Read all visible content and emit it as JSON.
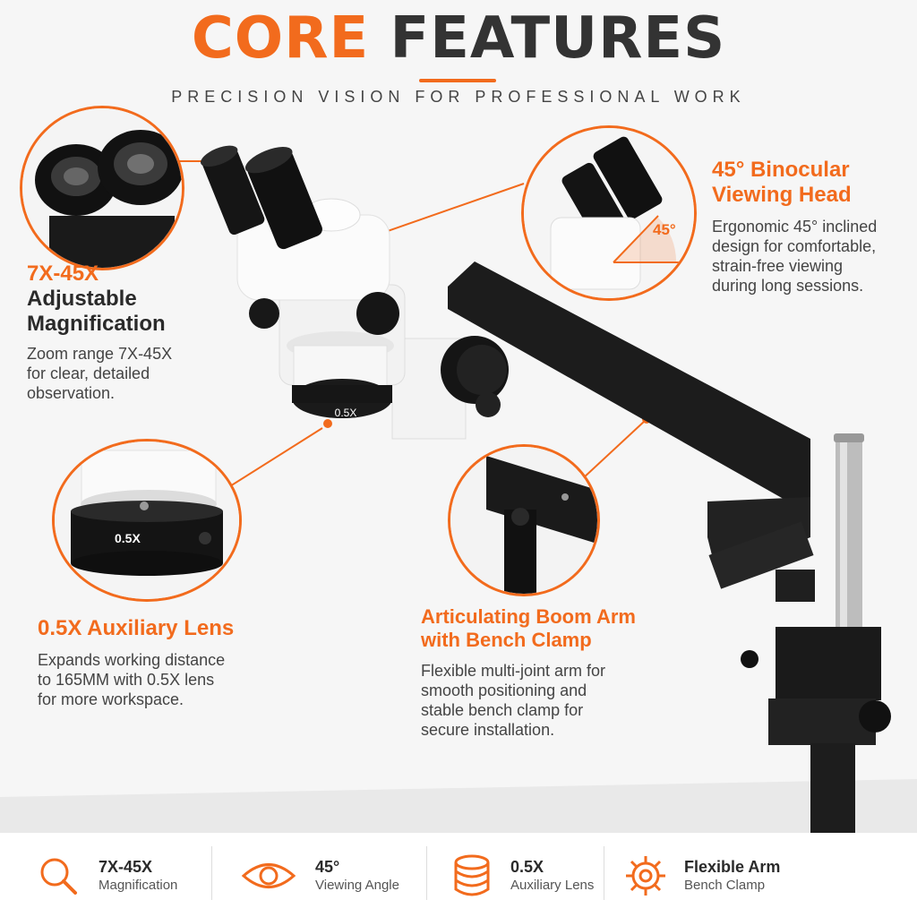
{
  "header": {
    "title_part1": "CORE",
    "title_part2": "FEATURES",
    "subtitle": "PRECISION VISION FOR PROFESSIONAL WORK"
  },
  "features": {
    "magnification": {
      "title_line1": "7X-45X",
      "title_line2": "Adjustable",
      "title_line3": "Magnification",
      "desc": [
        "Zoom range 7X-45X",
        "for clear, detailed",
        "observation."
      ]
    },
    "binocular": {
      "title_line1": "45° Binocular",
      "title_line2": "Viewing Head",
      "angle_label": "45°",
      "desc": [
        "Ergonomic 45° inclined",
        "design for comfortable,",
        "strain-free viewing",
        "during long sessions."
      ]
    },
    "aux_lens": {
      "title": "0.5X Auxiliary Lens",
      "lens_label": "0.5X",
      "desc": [
        "Expands working distance",
        "to 165MM with 0.5X lens",
        "for more workspace."
      ]
    },
    "boom_arm": {
      "title_line1": "Articulating Boom Arm",
      "title_line2": "with Bench Clamp",
      "desc": [
        "Flexible multi-joint arm for",
        "smooth positioning and",
        "stable bench clamp for",
        "secure installation."
      ]
    }
  },
  "product": {
    "lens_ring_label": "0.5X"
  },
  "bottom_bar": [
    {
      "icon": "magnifier-icon",
      "title": "7X-45X",
      "sub": "Magnification"
    },
    {
      "icon": "eye-icon",
      "title": "45°",
      "sub": "Viewing Angle"
    },
    {
      "icon": "lens-stack-icon",
      "title": "0.5X",
      "sub": "Auxiliary Lens"
    },
    {
      "icon": "gear-icon",
      "title": "Flexible Arm",
      "sub": "Bench Clamp"
    }
  ],
  "colors": {
    "accent": "#f26b1d",
    "text_dark": "#2a2a2a",
    "background": "#f6f6f6"
  }
}
